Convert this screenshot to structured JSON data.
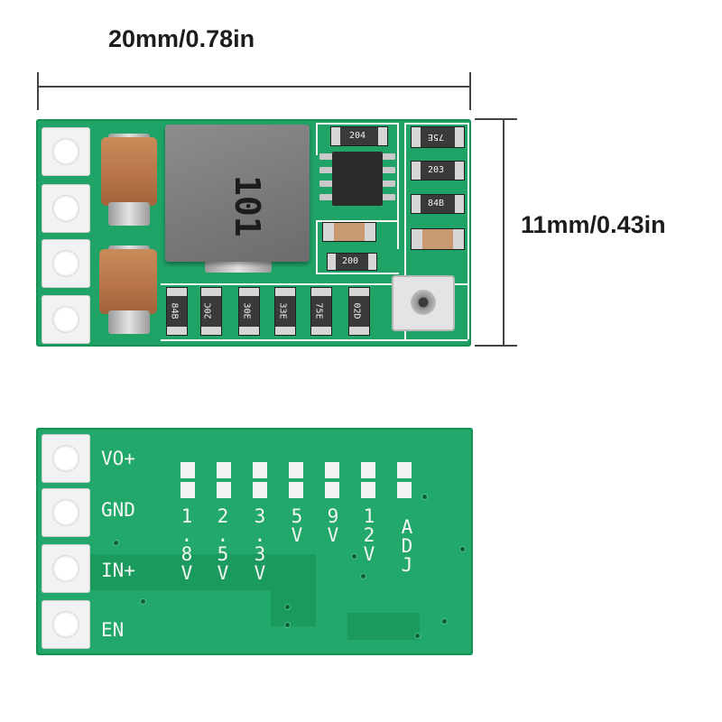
{
  "dimensions": {
    "width_label": "20mm/0.78in",
    "height_label": "11mm/0.43in"
  },
  "top_board": {
    "inductor_marking": "101",
    "resistor_codes": [
      "204",
      "75E",
      "203",
      "84B",
      "200",
      "84B",
      "20C",
      "30E",
      "33E",
      "75E",
      "02D"
    ]
  },
  "bottom_board": {
    "pin_labels": [
      "VO+",
      "GND",
      "IN+",
      "EN"
    ],
    "voltage_options": [
      "1.8V",
      "2.5V",
      "3.3V",
      "5V",
      "9V",
      "12V",
      "ADJ"
    ]
  },
  "colors": {
    "pcb_green": "#1fa366",
    "silkscreen": "#f4f7f4",
    "capacitor": "#b9774a",
    "inductor": "#7a7a7a"
  }
}
